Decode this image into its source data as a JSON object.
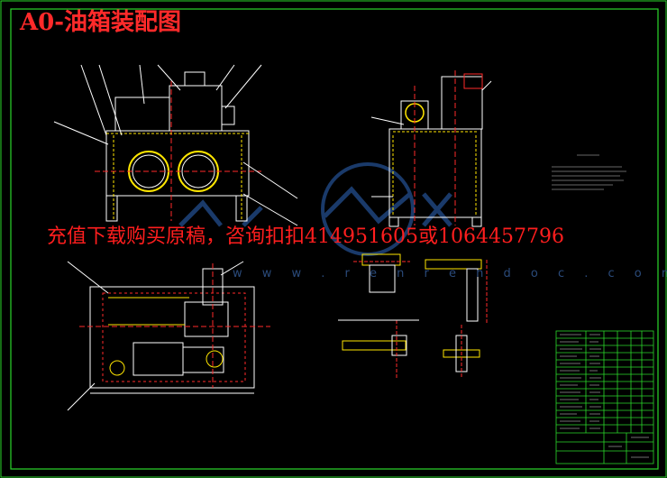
{
  "title": "A0-油箱装配图",
  "promo_text": "充值下载购买原稿，咨询扣扣414951605或1064457796",
  "watermark_url": "w w w . r e n r e n d o c . c o m",
  "colors": {
    "background": "#000000",
    "frame": "#2bd92b",
    "part_lines": "#ffffff",
    "highlight": "#ffe600",
    "centerline": "#ff2a2a",
    "title_text": "#ff2a2a"
  }
}
